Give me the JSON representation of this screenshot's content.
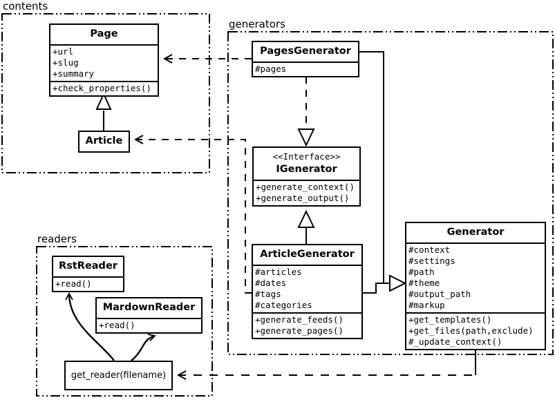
{
  "diagram": {
    "title": "UML class diagram",
    "stroke_color": "#000000",
    "background_color": "#ffffff"
  },
  "packages": [
    {
      "name": "contents",
      "label": "contents"
    },
    {
      "name": "generators",
      "label": "generators"
    },
    {
      "name": "readers",
      "label": "readers"
    }
  ],
  "classes": {
    "page": {
      "title": "Page",
      "attributes": [
        "+url",
        "+slug",
        "+summary"
      ],
      "operations": [
        "+check_properties()"
      ]
    },
    "article": {
      "title": "Article",
      "attributes": [],
      "operations": []
    },
    "pages_generator": {
      "title": "PagesGenerator",
      "attributes": [
        "#pages"
      ],
      "operations": []
    },
    "igenerator": {
      "stereotype": "<<Interface>>",
      "title": "IGenerator",
      "attributes": [],
      "operations": [
        "+generate_context()",
        "+generate_output()"
      ]
    },
    "article_generator": {
      "title": "ArticleGenerator",
      "attributes": [
        "#articles",
        "#dates",
        "#tags",
        "#categories"
      ],
      "operations": [
        "+generate_feeds()",
        "+generate_pages()"
      ]
    },
    "generator": {
      "title": "Generator",
      "attributes": [
        "#context",
        "#settings",
        "#path",
        "#theme",
        "#output_path",
        "#markup"
      ],
      "operations": [
        "+get_templates()",
        "+get_files(path,exclude)",
        "#_update_context()"
      ]
    },
    "rst_reader": {
      "title": "RstReader",
      "attributes": [],
      "operations": [
        "+read()"
      ]
    },
    "mardown_reader": {
      "title": "MardownReader",
      "attributes": [],
      "operations": [
        "+read()"
      ]
    },
    "get_reader": {
      "title": "get_reader(filename)"
    }
  },
  "relations": [
    {
      "name": "article-generalizes-page",
      "type": "generalization",
      "from": "Article",
      "to": "Page"
    },
    {
      "name": "pagesgenerator-realizes-igenerator",
      "type": "realization",
      "from": "PagesGenerator",
      "to": "IGenerator"
    },
    {
      "name": "articlegenerator-realizes-igenerator",
      "type": "generalization",
      "from": "ArticleGenerator",
      "to": "IGenerator"
    },
    {
      "name": "pagesgenerator-depends-page",
      "type": "dependency",
      "from": "PagesGenerator",
      "to": "Page"
    },
    {
      "name": "articlegenerator-depends-article",
      "type": "dependency",
      "from": "ArticleGenerator",
      "to": "Article"
    },
    {
      "name": "pagesgenerator-aggregates-generator",
      "type": "aggregation",
      "from": "PagesGenerator",
      "to": "Generator"
    },
    {
      "name": "articlegenerator-aggregates-generator",
      "type": "aggregation",
      "from": "ArticleGenerator",
      "to": "Generator"
    },
    {
      "name": "generator-depends-get-reader",
      "type": "dependency",
      "from": "Generator",
      "to": "get_reader(filename)"
    },
    {
      "name": "get-reader-returns-rstreader",
      "type": "return",
      "from": "get_reader(filename)",
      "to": "RstReader"
    },
    {
      "name": "get-reader-returns-mardownreader",
      "type": "return",
      "from": "get_reader(filename)",
      "to": "MardownReader"
    }
  ]
}
